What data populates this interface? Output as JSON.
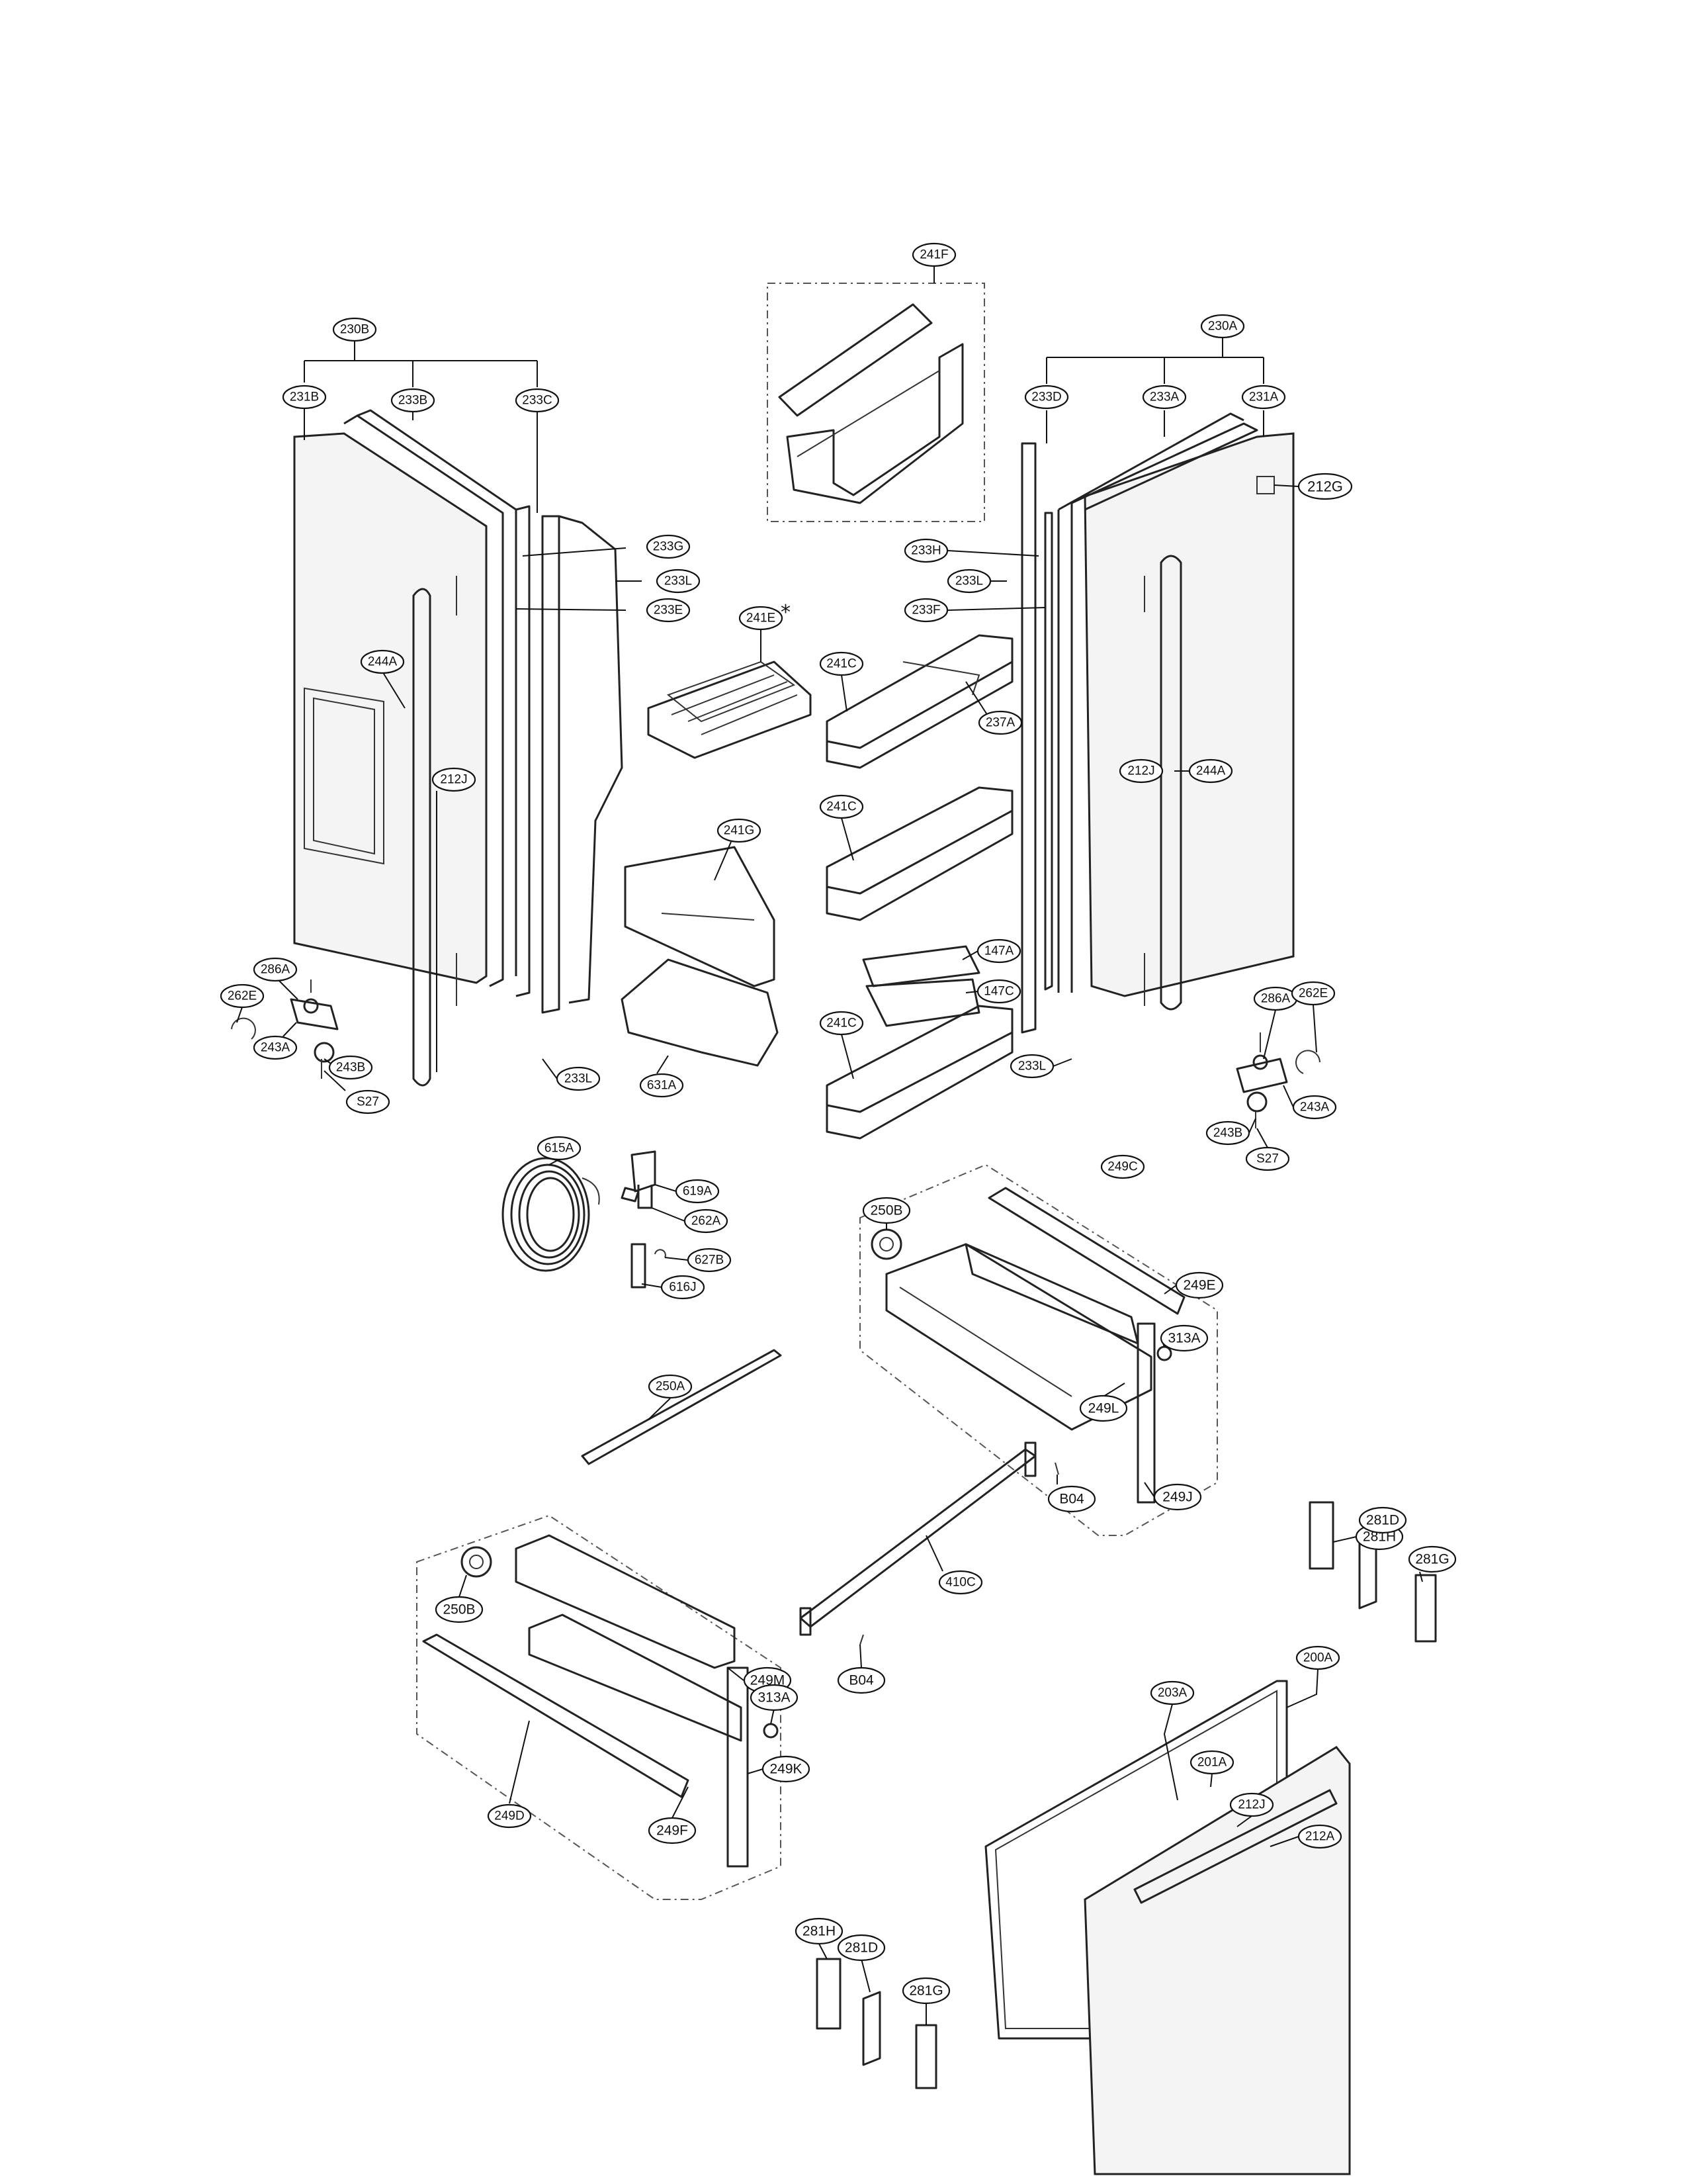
{
  "callouts": {
    "c241F": "241F",
    "c230B": "230B",
    "c231B": "231B",
    "c233B_a": "233B",
    "c233C": "233C",
    "c233G": "233G",
    "c233L_a": "233L",
    "c233E": "233E",
    "c241E": "241E",
    "c244A_l": "244A",
    "c212J_l": "212J",
    "c241G": "241G",
    "c286A_l": "286A",
    "c262E_l": "262E",
    "c243A_l": "243A",
    "c243B_l": "243B",
    "cS27_l": "S27",
    "c233L_b": "233L",
    "c631A": "631A",
    "c230A": "230A",
    "c233D": "233D",
    "c233A": "233A",
    "c231A": "231A",
    "c212G": "212G",
    "c233H": "233H",
    "c233L_c": "233L",
    "c233F": "233F",
    "c241C_a": "241C",
    "c237A": "237A",
    "c241C_b": "241C",
    "c212J_r": "212J",
    "c244A_r": "244A",
    "c147A": "147A",
    "c147C": "147C",
    "c241C_c": "241C",
    "c233L_d": "233L",
    "c286A_r": "286A",
    "c262E_r": "262E",
    "c243A_r": "243A",
    "c243B_r": "243B",
    "cS27_r": "S27",
    "c615A": "615A",
    "c619A": "619A",
    "c262A": "262A",
    "c627B": "627B",
    "c616J": "616J",
    "c250B_a": "250B",
    "c249C": "249C",
    "c249E": "249E",
    "c313A_a": "313A",
    "c249L": "249L",
    "c249J": "249J",
    "cB04_a": "B04",
    "c250A": "250A",
    "c410C": "410C",
    "c281H_a": "281H",
    "c281D_a": "281D",
    "c281G_a": "281G",
    "c250B_b": "250B",
    "c249M": "249M",
    "c313A_b": "313A",
    "c249K": "249K",
    "c249D": "249D",
    "c249F": "249F",
    "cB04_b": "B04",
    "c203A": "203A",
    "c200A": "200A",
    "c201A": "201A",
    "c212J_d": "212J",
    "c212A": "212A",
    "c281H_b": "281H",
    "c281D_b": "281D",
    "c281G_b": "281G"
  },
  "marks": {
    "asterisk": "*"
  }
}
